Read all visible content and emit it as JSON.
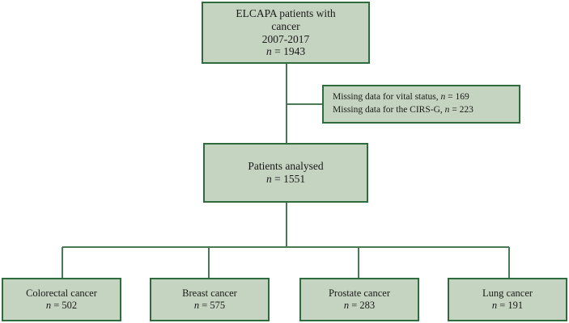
{
  "diagram": {
    "title": "ELCAPA study population flow diagram",
    "type": "flowchart",
    "colors": {
      "node_fill": "#c5d3c1",
      "node_border": "#2e6b3d",
      "connector": "#4a7a55",
      "text": "#1a1a1a",
      "background": "#ffffff"
    },
    "nodes": {
      "top": {
        "name": "source-cohort",
        "lines": [
          "ELCAPA patients with",
          "cancer",
          "2007-2017"
        ],
        "count_label": "n",
        "count_separator": " = ",
        "count_value": "1943"
      },
      "excluded": {
        "name": "excluded-missing-data",
        "items": [
          {
            "reason": "Missing data for vital status,",
            "count_label": "n",
            "count_separator": " = ",
            "count_value": "169"
          },
          {
            "reason": "Missing data for the CIRS-G,",
            "count_label": "n",
            "count_separator": " = ",
            "count_value": "223"
          }
        ]
      },
      "analysed": {
        "name": "patients-analysed",
        "lines": [
          "Patients analysed"
        ],
        "count_label": "n",
        "count_separator": " = ",
        "count_value": "1551"
      }
    },
    "outcomes": [
      {
        "name": "colorectal-cancer",
        "label": "Colorectal cancer",
        "count_label": "n",
        "count_separator": " = ",
        "count_value": "502"
      },
      {
        "name": "breast-cancer",
        "label": "Breast cancer",
        "count_label": "n",
        "count_separator": " = ",
        "count_value": "575"
      },
      {
        "name": "prostate-cancer",
        "label": "Prostate cancer",
        "count_label": "n",
        "count_separator": " = ",
        "count_value": "283"
      },
      {
        "name": "lung-cancer",
        "label": "Lung cancer",
        "count_label": "n",
        "count_separator": " = ",
        "count_value": "191"
      }
    ]
  }
}
